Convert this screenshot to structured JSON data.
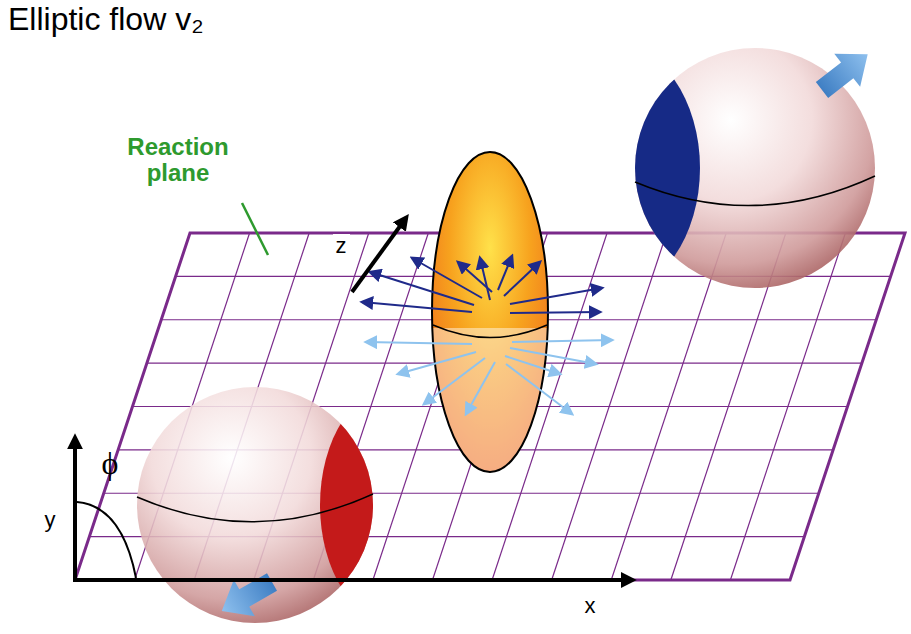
{
  "diagram": {
    "title": "Elliptic flow v₂",
    "labels": [
      "Reaction plane",
      "z",
      "ϕ",
      "y",
      "x"
    ]
  }
}
